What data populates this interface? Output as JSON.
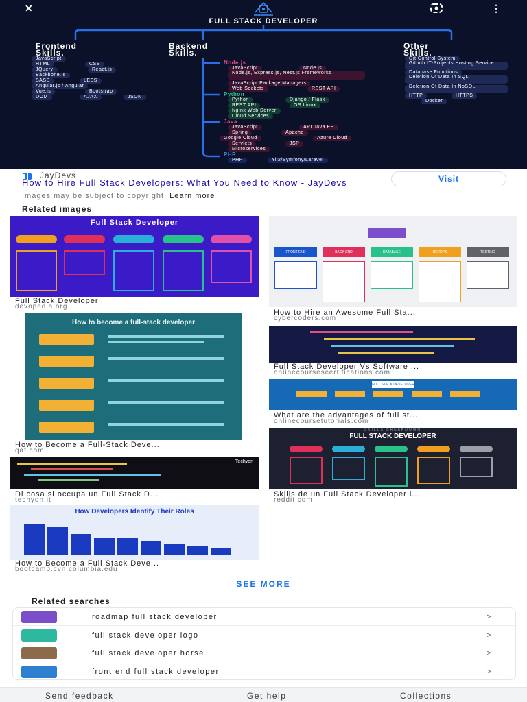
{
  "hero": {
    "close_icon": "close-icon",
    "lens_icon": "lens-icon",
    "menu_icon": "more-vert-icon",
    "title": "FULL STACK DEVELOPER",
    "frontend": {
      "heading": [
        "Frontend",
        "Skills."
      ],
      "items": [
        "JavaScript",
        "HTML",
        "CSS",
        "JQuery",
        "React.js",
        "Backbone.js",
        "SASS",
        "LESS",
        "Angular.js / Angular",
        "Vue.js",
        "Bootstrap",
        "DOM",
        "AJAX",
        "JSON"
      ]
    },
    "backend": {
      "heading": [
        "Backend",
        "Skills."
      ],
      "sections": [
        {
          "name": "Node.js",
          "items": [
            "JavaScript",
            "Node.js",
            "Node.js, Express.js, Nest.js Frameworks",
            "JavaScript Package Managers",
            "Web Sockets",
            "REST API"
          ]
        },
        {
          "name": "Python",
          "items": [
            "Python",
            "Django / Flask",
            "REST API",
            "OS Linux",
            "Nginx Web Server",
            "Cloud Services"
          ]
        },
        {
          "name": "Java",
          "items": [
            "JavaScript",
            "API Java EE",
            "Spring",
            "Apache",
            "Google Cloud",
            "Azure Cloud",
            "Servlets",
            "JSP",
            "Microservices"
          ]
        },
        {
          "name": "PHP",
          "items": [
            "PHP",
            "Yii2/Symfony/Laravel"
          ]
        }
      ]
    },
    "other": {
      "heading": [
        "Other",
        "Skills."
      ],
      "items": [
        "Git Control System",
        "Github IT-Projects Hosting Service",
        "Database Functions",
        "Deletion Of Data In SQL",
        "Deletion Of Data In NoSQL",
        "HTTP",
        "HTTPS",
        "Docker"
      ]
    }
  },
  "source": {
    "site_name": "JayDevs",
    "title": "How to Hire Full Stack Developers: What You Need to Know - JayDevs",
    "copyright_text": "Images may be subject to copyright.",
    "learn_more": "Learn more",
    "visit_label": "Visit"
  },
  "related_images": {
    "heading": "Related images",
    "items": [
      {
        "caption": "Full Stack Developer",
        "domain": "devopedia.org",
        "thumb_title": "Full Stack Developer"
      },
      {
        "caption": "How to Hire an Awesome Full Sta...",
        "domain": "cybercoders.com",
        "thumb_labels": [
          "FRONT END",
          "BACK END",
          "DATABASE",
          "DEVOPS",
          "TESTING"
        ]
      },
      {
        "caption": "How to Become a Full-Stack Deve...",
        "domain": "qat.com",
        "thumb_title": "How to become a full-stack developer"
      },
      {
        "caption": "Full Stack Developer Vs Software ...",
        "domain": "onlinecoursescertifications.com"
      },
      {
        "caption": "What are the advantages of full st...",
        "domain": "onlinecoursetutorials.com",
        "thumb_title": "FULL STACK DEVELOPER"
      },
      {
        "caption": "Skills de un Full Stack Developer l...",
        "domain": "reddit.com",
        "thumb_title": "FULL STACK DEVELOPER",
        "thumb_subtitle": "SKILLS BREAKDOWN"
      },
      {
        "caption": "Di cosa si occupa un Full Stack D...",
        "domain": "techyon.it",
        "thumb_brand": "Techyon"
      },
      {
        "caption": "How to Become a Full Stack Deve...",
        "domain": "bootcamp.cvn.columbia.edu",
        "thumb_title": "How Developers Identify Their Roles"
      }
    ]
  },
  "see_more": "SEE MORE",
  "related_searches": {
    "heading": "Related searches",
    "items": [
      {
        "label": "roadmap full stack developer",
        "color": "#7b4fc9"
      },
      {
        "label": "full stack developer logo",
        "color": "#2fb8a0"
      },
      {
        "label": "full stack developer horse",
        "color": "#8c6b4a"
      },
      {
        "label": "front end full stack developer",
        "color": "#2f7fd1"
      }
    ],
    "chevron": ">"
  },
  "footer": {
    "send_feedback": "Send feedback",
    "get_help": "Get help",
    "collections": "Collections"
  },
  "colors": {
    "hero_bg": "#0b1128",
    "frontend_pill": "#1e2a55",
    "python_pill": "#123d33",
    "java_pill": "#3c1430",
    "link": "#1a0dab",
    "accent": "#1a73e8"
  }
}
